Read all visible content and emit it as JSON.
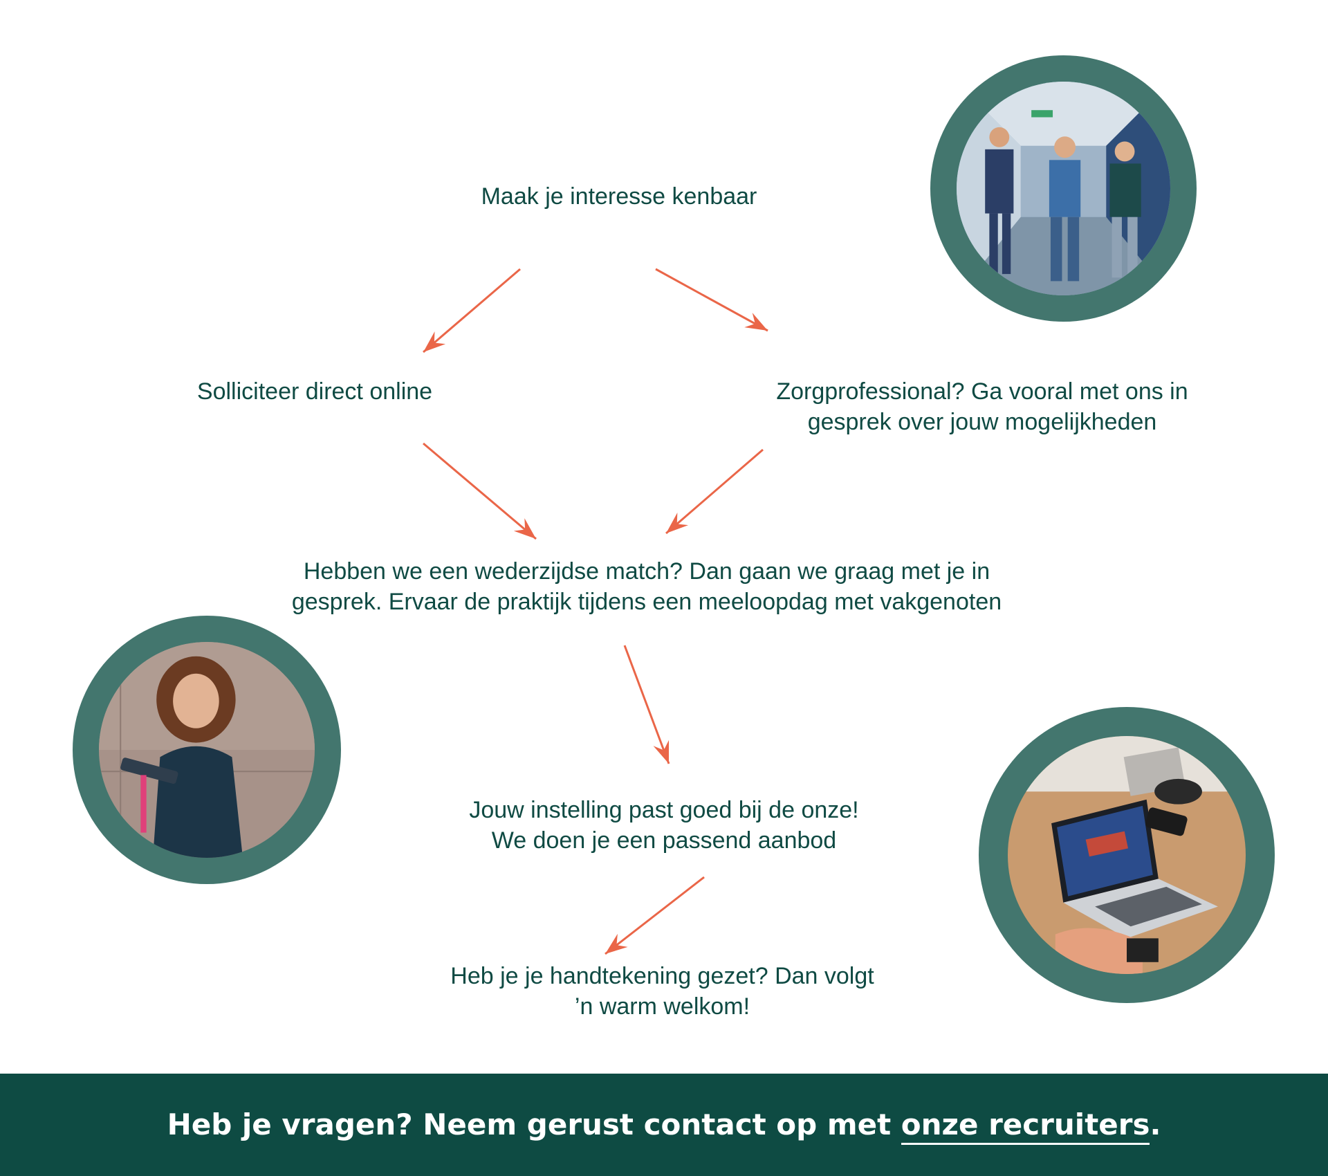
{
  "steps": {
    "interest": [
      "Maak je interesse kenbaar"
    ],
    "apply": [
      "Solliciteer direct online"
    ],
    "care": [
      "Zorgprofessional? Ga vooral met ons in",
      "gesprek over jouw mogelijkheden"
    ],
    "match": [
      "Hebben we een wederzijdse match? Dan gaan we graag met je in",
      "gesprek. Ervaar de praktijk tijdens een meeloopdag met vakgenoten"
    ],
    "offer": [
      "Jouw instelling past goed bij de onze!",
      "We doen je een passend aanbod"
    ],
    "welcome": [
      "Heb je je handtekening gezet? Dan volgt",
      "’n warm welkom!"
    ]
  },
  "footer": {
    "text": "Heb je vragen? Neem gerust contact op met ",
    "link_text": "onze recruiters",
    "end": "."
  },
  "colors": {
    "text": "#0f4a43",
    "arrow": "#ea6648",
    "ring": "#43766e",
    "footer_bg": "#0e4b43"
  }
}
